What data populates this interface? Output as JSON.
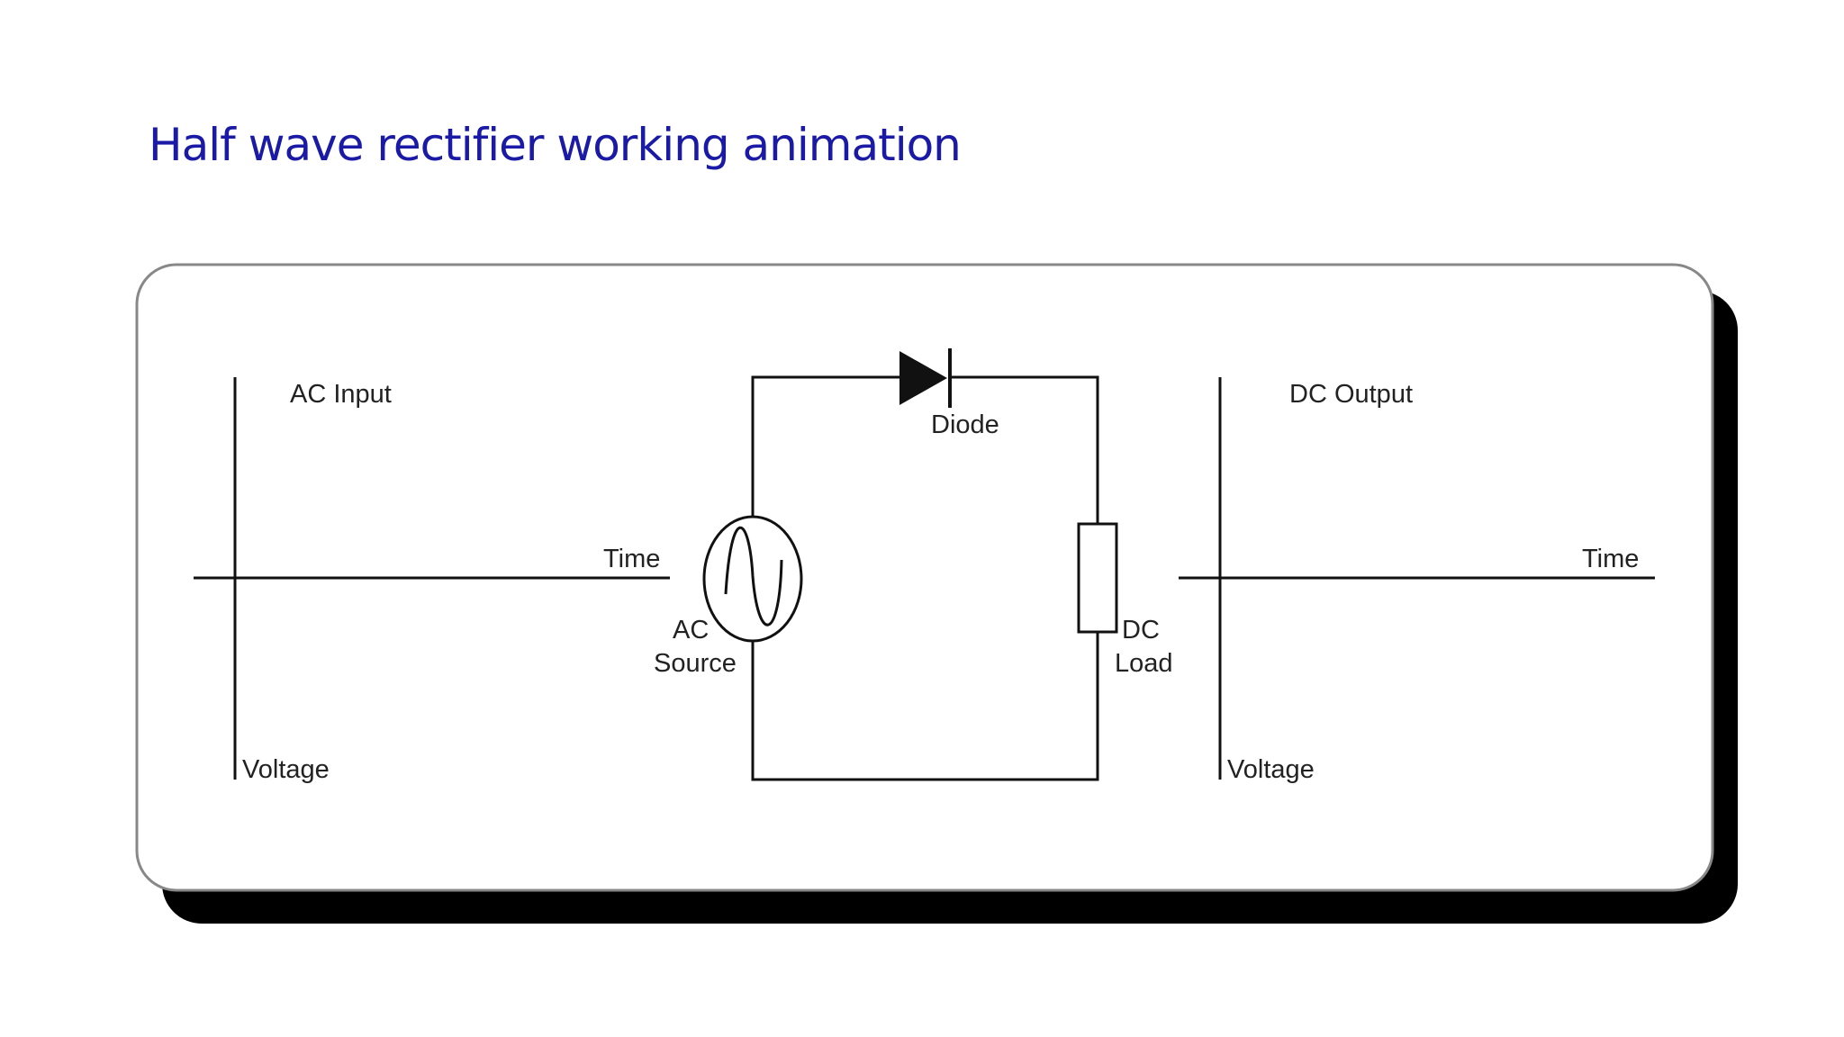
{
  "slide": {
    "title": "Half wave rectifier working animation"
  },
  "diagram": {
    "ac_input_label": "AC Input",
    "dc_output_label": "DC Output",
    "input_time_label": "Time",
    "output_time_label": "Time",
    "input_voltage_label": "Voltage",
    "output_voltage_label": "Voltage",
    "diode_label": "Diode",
    "ac_source_label_line1": "AC",
    "ac_source_label_line2": "Source",
    "dc_load_label_line1": "DC",
    "dc_load_label_line2": "Load"
  },
  "colors": {
    "title": "#1a1aa6",
    "lines": "#111111",
    "panel_shadow": "#000000",
    "panel_border": "#888888"
  }
}
